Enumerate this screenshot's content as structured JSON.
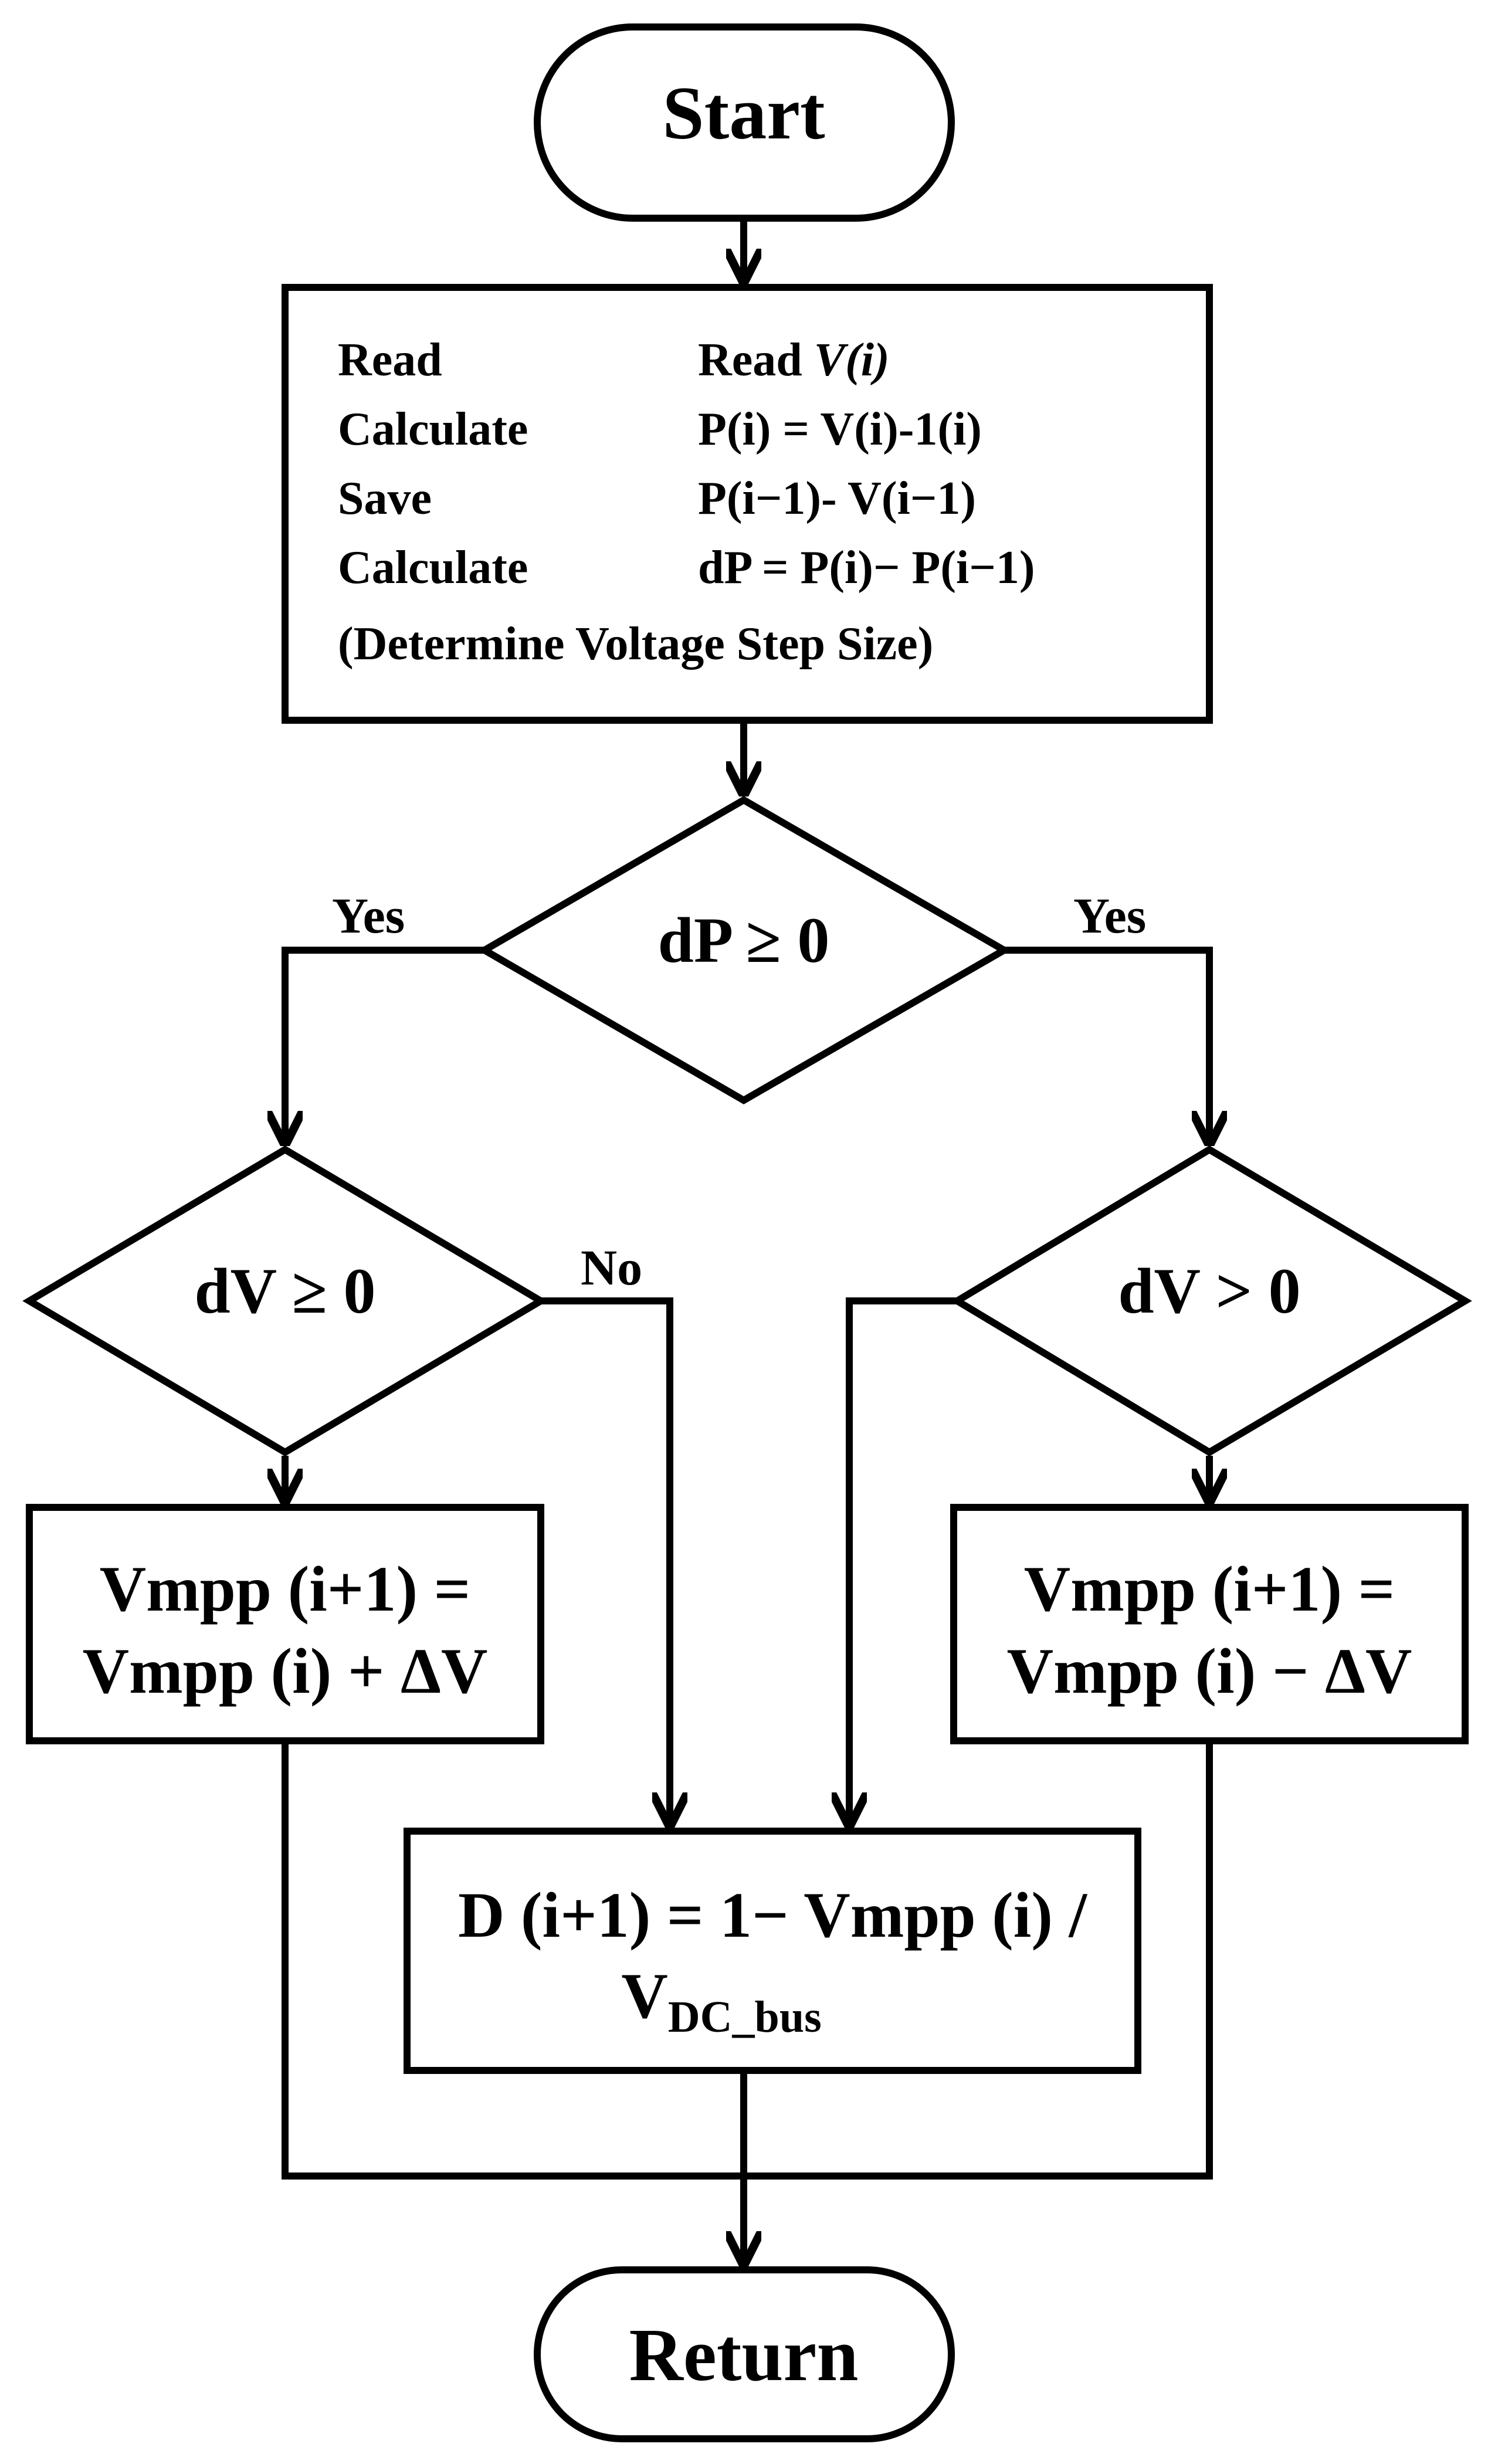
{
  "start": {
    "label": "Start"
  },
  "process": {
    "rows": [
      {
        "action": "Read",
        "expr_prefix": "Read ",
        "expr_var": "V(i)",
        "expr_suffix": ""
      },
      {
        "action": "Calculate",
        "expr": "P(i) = V(i)-1(i)"
      },
      {
        "action": "Save",
        "expr": "P(i−1)- V(i−1)"
      },
      {
        "action": "Calculate",
        "expr": "dP = P(i)− P(i−1)"
      }
    ],
    "note": "(Determine Voltage Step Size)"
  },
  "decision_main": {
    "label": "dP ≥ 0",
    "yes_left": "Yes",
    "yes_right": "Yes"
  },
  "decision_left": {
    "label": "dV ≥ 0",
    "no": "No"
  },
  "decision_right": {
    "label": "dV > 0"
  },
  "box_left": {
    "line1": "Vmpp (i+1) =",
    "line2": "Vmpp (i) + ΔV"
  },
  "box_right": {
    "line1": "Vmpp (i+1) =",
    "line2": "Vmpp (i) − ΔV"
  },
  "duty": {
    "line1": "D (i+1) = 1− Vmpp (i) /",
    "line2_main": "V",
    "line2_sub": "DC_bus"
  },
  "end": {
    "label": "Return"
  },
  "colors": {
    "stroke": "#000000",
    "fill": "#ffffff"
  }
}
